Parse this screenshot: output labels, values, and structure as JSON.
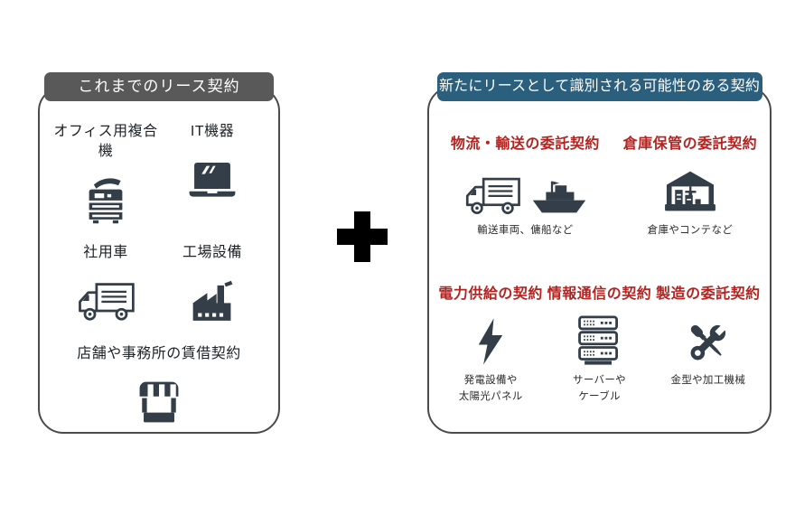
{
  "left_panel": {
    "title": "これまでのリース契約",
    "items": [
      {
        "label": "オフィス用複合機",
        "icon": "copier-icon"
      },
      {
        "label": "IT機器",
        "icon": "laptop-icon"
      },
      {
        "label": "社用車",
        "icon": "truck-icon"
      },
      {
        "label": "工場設備",
        "icon": "factory-icon"
      },
      {
        "label": "店舗や事務所の賃借契約",
        "icon": "storefront-icon"
      }
    ]
  },
  "connector": {
    "symbol": "+"
  },
  "right_panel": {
    "title": "新たにリースとして識別される可能性のある契約",
    "groups": [
      {
        "heading": "物流・輸送の委託契約",
        "caption": "輸送車両、傭船など",
        "icons": [
          "delivery-truck-icon",
          "ship-icon"
        ]
      },
      {
        "heading": "倉庫保管の委託契約",
        "caption": "倉庫やコンテなど",
        "icons": [
          "warehouse-icon"
        ]
      },
      {
        "heading": "電力供給の契約",
        "caption": "発電設備や\n太陽光パネル",
        "icons": [
          "lightning-bolt-icon"
        ]
      },
      {
        "heading": "情報通信の契約",
        "caption": "サーバーや\nケーブル",
        "icons": [
          "server-rack-icon"
        ]
      },
      {
        "heading": "製造の委託契約",
        "caption": "金型や加工機械",
        "icons": [
          "tools-icon"
        ]
      }
    ]
  },
  "colors": {
    "left_badge": "#595959",
    "right_badge": "#2a5f7e",
    "heading_red": "#b32421",
    "icon": "#333e48",
    "panel_border": "#4b4b4b",
    "label_text": "#1e2226",
    "caption_text": "#2b2b2b",
    "plus_black": "#000000"
  }
}
